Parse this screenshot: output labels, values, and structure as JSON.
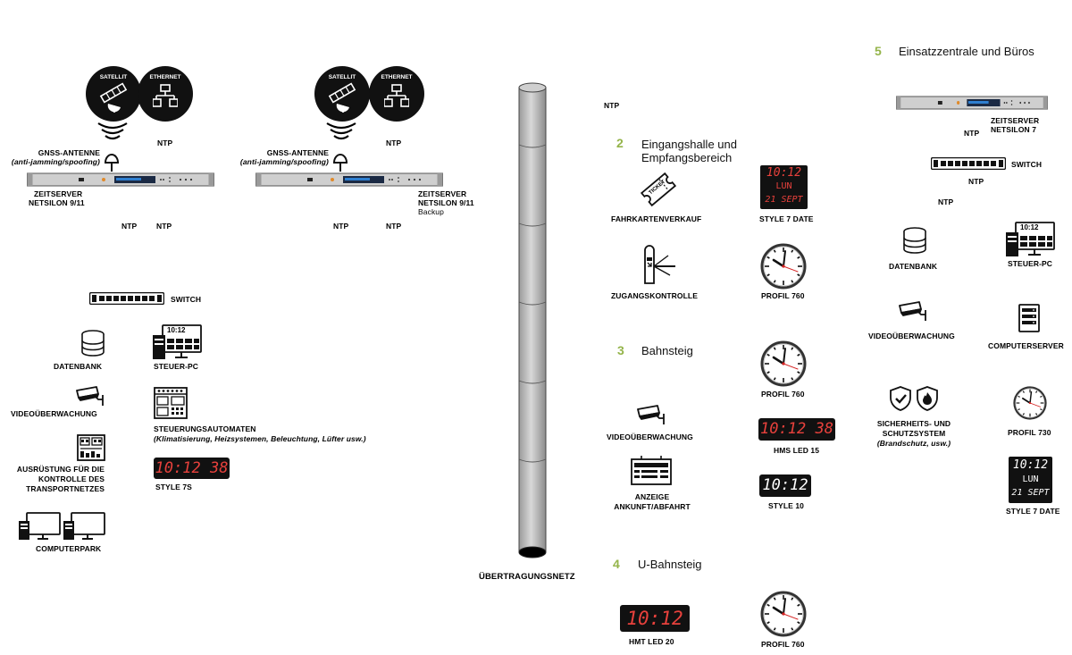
{
  "left": {
    "sat1": "SATELLIT",
    "eth1": "ETHERNET",
    "sat2": "SATELLIT",
    "eth2": "ETHERNET",
    "gnss1": "GNSS-ANTENNE",
    "gnss1_sub": "(anti-jamming/spoofing)",
    "gnss2": "GNSS-ANTENNE",
    "gnss2_sub": "(anti-jamming/spoofing)",
    "ntp_a": "NTP",
    "ntp_b": "NTP",
    "ntp_c": "NTP",
    "ntp_d": "NTP",
    "ntp_e": "NTP",
    "ntp_f": "NTP",
    "server1_l1": "ZEITSERVER",
    "server1_l2": "NETSILON 9/11",
    "server2_l1": "ZEITSERVER",
    "server2_l2": "NETSILON 9/11",
    "server2_l3": "Backup",
    "switch": "SWITCH",
    "datenbank": "DATENBANK",
    "steuer_pc": "STEUER-PC",
    "pc_time": "10:12",
    "video": "VIDEOÜBERWACHUNG",
    "automaten": "STEUERUNGSAUTOMATEN",
    "automaten_sub": "(Klimatisierung, Heizsystemen, Beleuchtung, Lüfter usw.)",
    "ausruestung_l1": "AUSRÜSTUNG FÜR DIE",
    "ausruestung_l2": "KONTROLLE DES",
    "ausruestung_l3": "TRANSPORTNETZES",
    "style7s_display": "10:12 38",
    "style7s": "STYLE 7S",
    "computerpark": "COMPUTERPARK"
  },
  "network": {
    "label": "ÜBERTRAGUNGSNETZ",
    "ntp": "NTP"
  },
  "sec2": {
    "num": "2",
    "title_l1": "Eingangshalle und",
    "title_l2": "Empfangsbereich",
    "ticket_word": "TICKET",
    "fahrkarten": "FAHRKARTENVERKAUF",
    "style7date_l1": "10:12",
    "style7date_l2": "LUN",
    "style7date_l3": "21 SEPT",
    "style7date": "STYLE 7 DATE",
    "zugang": "ZUGANGSKONTROLLE",
    "profil760": "PROFIL 760"
  },
  "sec3": {
    "num": "3",
    "title": "Bahnsteig",
    "profil760": "PROFIL 760",
    "video": "VIDEOÜBERWACHUNG",
    "hms_display": "10:12 38",
    "hms": "HMS LED 15",
    "anzeige_l1": "ANZEIGE",
    "anzeige_l2": "ANKUNFT/ABFAHRT",
    "style10_display": "10:12",
    "style10": "STYLE 10"
  },
  "sec4": {
    "num": "4",
    "title": "U-Bahnsteig",
    "hmt_display": "10:12",
    "hmt": "HMT LED 20",
    "profil760": "PROFIL 760"
  },
  "sec5": {
    "num": "5",
    "title": "Einsatzzentrale und Büros",
    "server_l1": "ZEITSERVER",
    "server_l2": "NETSILON 7",
    "ntp1": "NTP",
    "switch": "SWITCH",
    "ntp2": "NTP",
    "ntp3": "NTP",
    "datenbank": "DATENBANK",
    "steuer_pc": "STEUER-PC",
    "pc_time": "10:12",
    "video": "VIDEOÜBERWACHUNG",
    "computerserver": "COMPUTERSERVER",
    "sicherheit_l1": "SICHERHEITS- UND",
    "sicherheit_l2": "SCHUTZSYSTEM",
    "sicherheit_l3": "(Brandschutz, usw.)",
    "profil730": "PROFIL 730",
    "style7date_l1": "10:12",
    "style7date_l2": "LUN",
    "style7date_l3": "21 SEPT",
    "style7date": "STYLE 7 DATE"
  },
  "colors": {
    "accent_green": "#94b44a",
    "led_red": "#e8413c",
    "server_blue": "#2f7fd0",
    "clock_hand_red": "#d42020"
  }
}
